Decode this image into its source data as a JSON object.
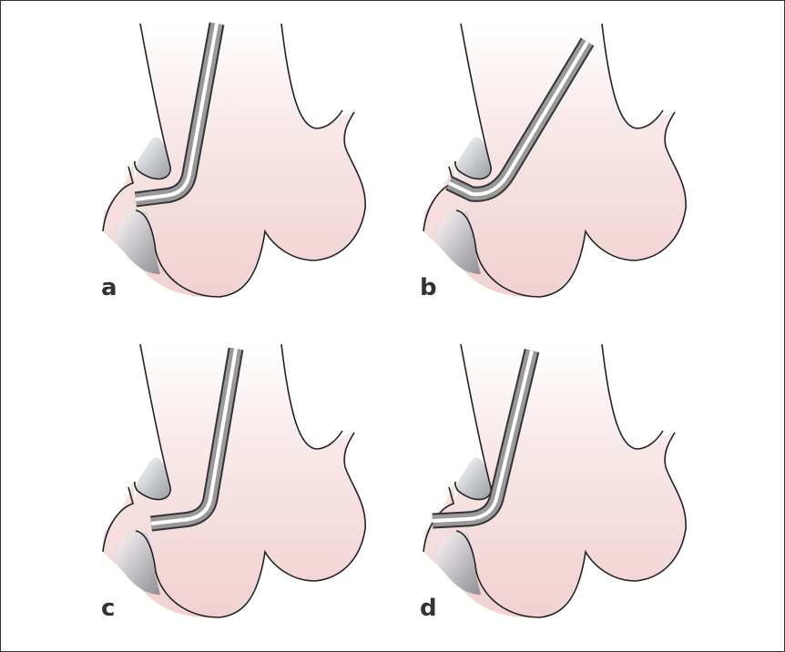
{
  "panels": [
    {
      "label": "a"
    },
    {
      "label": "b"
    },
    {
      "label": "c"
    },
    {
      "label": "d"
    }
  ],
  "colors": {
    "stomach_fill": "#f2d3d3",
    "outline": "#222222",
    "shadow": "#8a8f96",
    "tube_dark": "#555555",
    "tube_light": "#ffffff"
  }
}
